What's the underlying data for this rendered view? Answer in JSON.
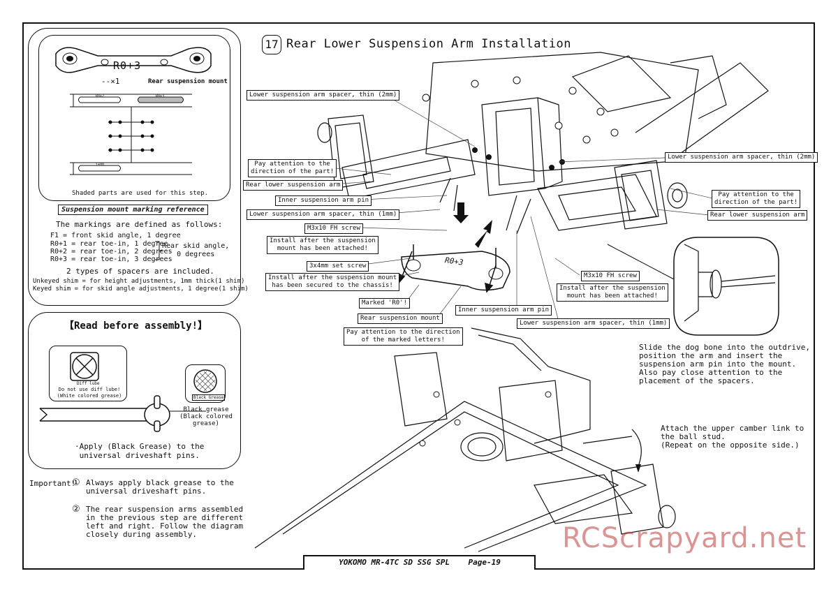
{
  "title": {
    "step": "17",
    "text": "Rear Lower Suspension Arm Installation"
  },
  "parts_panel": {
    "mount_marking": "R0+3",
    "quantity": "--×1",
    "part_name": "Rear suspension mount",
    "sprue_marks": [
      "R0+2",
      "R0+3",
      "1+00"
    ],
    "note": "Shaded parts are used for this step.",
    "ref_title": "Suspension mount marking reference",
    "ref_intro": "The markings are defined as follows:",
    "ref_lines": [
      "F1 = front skid angle, 1 degree",
      "R0+1 = rear toe-in, 1 degree",
      "R0+2 = rear toe-in, 2 degrees",
      "R0+3 = rear toe-in, 3 degrees"
    ],
    "ref_bracket": "Rear skid angle,\n0 degrees",
    "spacers_title": "2 types of spacers are included.",
    "spacer_lines": [
      "Unkeyed shim = for height adjustments, 1mm thick(1 shim)",
      "Keyed shim = for skid angle adjustments, 1 degree(1 shim)"
    ]
  },
  "read_panel": {
    "title": "【Read before assembly!】",
    "diff_lube": "Diff lube",
    "no_diff": "Do not use diff lube!\n(White colored grease)",
    "black_grease_tag": "Black Grease",
    "black_grease": "Black grease\n(Black colored\ngrease)",
    "apply_note": "·Apply (Black Grease) to the\nuniversal driveshaft pins."
  },
  "important": {
    "label": "Important!",
    "items": [
      {
        "num": "①",
        "text": "Always apply black grease to the\nuniversal driveshaft pins."
      },
      {
        "num": "②",
        "text": "The rear suspension arms assembled\nin the previous step are different\nleft and right.  Follow the diagram\nclosely during assembly."
      }
    ]
  },
  "callouts": {
    "spacer_thin_2mm_left": "Lower suspension arm spacer, thin (2mm)",
    "spacer_thin_2mm_right": "Lower suspension arm spacer, thin (2mm)",
    "pay_attention_left": "Pay attention to the\ndirection of the part!",
    "rear_arm_left": "Rear lower suspension arm",
    "inner_pin_left": "Inner suspension arm pin",
    "spacer_thin_1mm_left": "Lower suspension arm spacer, thin (1mm)",
    "m3x10_left": "M3x10 FH screw",
    "install_after_left": "Install after the suspension\nmount has been attached!",
    "set_screw": "3x4mm set screw",
    "install_after_chassis": "Install after the suspension mount\nhas been secured to the chassis!",
    "marked_r0": "Marked 'R0'!",
    "rear_mount": "Rear suspension mount",
    "pay_attention_letters": "Pay attention to the direction\nof the marked letters!",
    "inner_pin_right": "Inner suspension arm pin",
    "spacer_thin_1mm_right": "Lower suspension arm spacer, thin (1mm)",
    "m3x10_right": "M3x10 FH screw",
    "install_after_right": "Install after the suspension\nmount has been attached!",
    "pay_attention_right": "Pay attention to the\ndirection of the part!",
    "rear_arm_right": "Rear lower suspension arm",
    "mount_label": "R0+3"
  },
  "instructions": {
    "dogbone": "Slide the dog bone into the outdrive,\nposition the arm and insert the\nsuspension arm pin into the mount.\nAlso pay close attention to the\nplacement of the spacers.",
    "camber": "Attach the upper camber link to\nthe ball stud.\n(Repeat on the opposite side.)"
  },
  "footer": "YOKOMO MR-4TC SD SSG SPL    Page-19",
  "watermark": "RCScrapyard.net"
}
